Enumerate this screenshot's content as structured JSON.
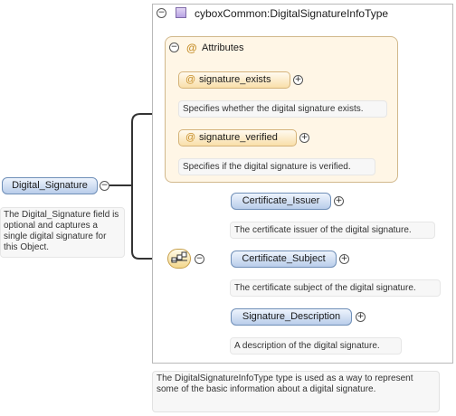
{
  "root": {
    "label": "Digital_Signature",
    "description": "The Digital_Signature field is optional and captures a single digital signature for this Object."
  },
  "type": {
    "name": "cyboxCommon:DigitalSignatureInfoType",
    "description": "The DigitalSignatureInfoType type is used as a way to represent some of the basic information about a digital signature."
  },
  "attributes": {
    "header": "Attributes",
    "at_symbol": "@",
    "items": [
      {
        "label": "signature_exists",
        "description": "Specifies whether the digital signature exists."
      },
      {
        "label": "signature_verified",
        "description": "Specifies if the digital signature is verified."
      }
    ]
  },
  "elements": [
    {
      "label": "Certificate_Issuer",
      "description": "The certificate issuer of the digital signature."
    },
    {
      "label": "Certificate_Subject",
      "description": "The certificate subject of the digital signature."
    },
    {
      "label": "Signature_Description",
      "description": "A description of the digital signature."
    }
  ],
  "symbols": {
    "collapse": "−",
    "expand": "+"
  },
  "colors": {
    "element_fill": "#b9cdea",
    "attribute_fill": "#f9dfa9",
    "attribute_group_bg": "#fff6e6",
    "connector": "#333333"
  }
}
